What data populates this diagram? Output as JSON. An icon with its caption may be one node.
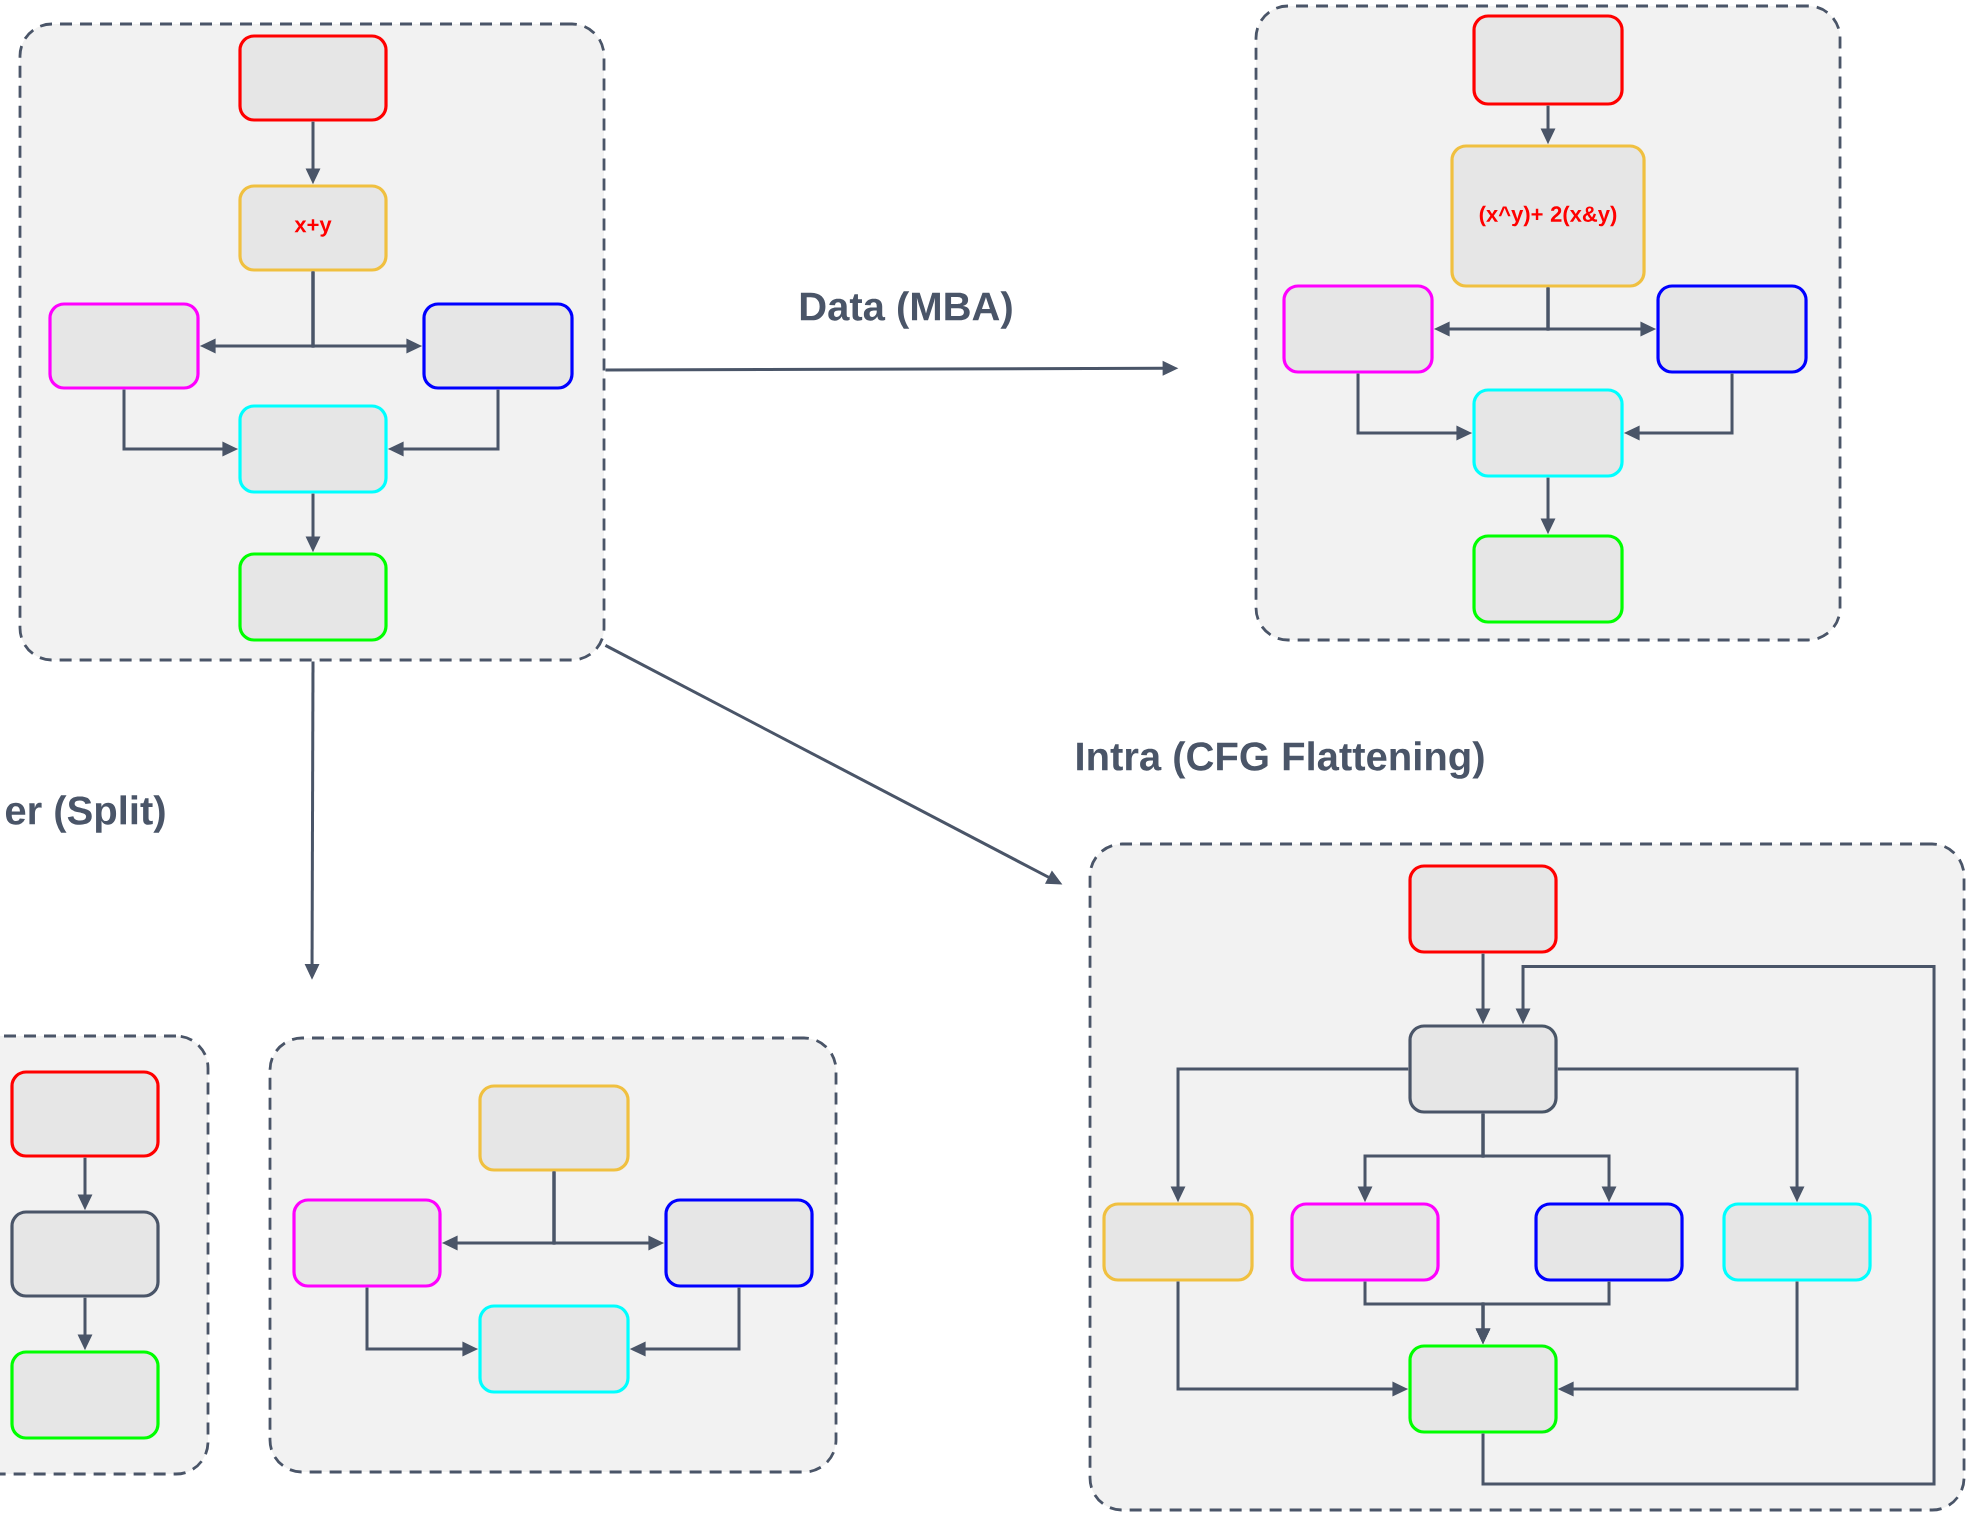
{
  "diagram": {
    "nodes": [
      {
        "text": [],
        "shape": "box"
      },
      {
        "text": [],
        "shape": "box",
        "in": 0
      },
      {
        "text": [
          "x+y"
        ],
        "in": 0
      },
      {
        "text": [],
        "shape": "box",
        "in": 0
      },
      {
        "text": [],
        "shape": "box",
        "in": 0
      },
      {
        "text": [],
        "shape": "box",
        "in": 0
      },
      {
        "text": [],
        "shape": "box",
        "in": 0
      },
      {
        "text": [],
        "shape": "box"
      },
      {
        "text": [],
        "shape": "box",
        "in": 7
      },
      {
        "text": [
          "(x^y)+ 2(x&y)"
        ],
        "in": 7
      },
      {
        "text": [],
        "shape": "box",
        "in": 7
      },
      {
        "text": [],
        "shape": "box",
        "in": 7
      },
      {
        "text": [],
        "shape": "box",
        "in": 7
      },
      {
        "text": [],
        "shape": "box",
        "in": 7
      },
      {
        "text": [],
        "shape": "box"
      },
      {
        "text": [],
        "shape": "box",
        "in": 14
      },
      {
        "text": [],
        "shape": "box",
        "in": 14
      },
      {
        "text": [],
        "shape": "box",
        "in": 14
      },
      {
        "text": [],
        "shape": "box",
        "in": 14
      },
      {
        "text": [],
        "shape": "box",
        "in": 14
      },
      {
        "text": [],
        "shape": "box",
        "in": 14
      },
      {
        "text": [],
        "shape": "box",
        "in": 14
      },
      {
        "text": [],
        "shape": "box"
      },
      {
        "text": [],
        "shape": "box",
        "in": 22
      },
      {
        "text": [],
        "shape": "box",
        "in": 22
      },
      {
        "text": [],
        "shape": "box",
        "in": 22
      },
      {
        "text": [],
        "shape": "box"
      },
      {
        "text": [],
        "shape": "box",
        "in": 26
      },
      {
        "text": [],
        "shape": "box",
        "in": 26
      },
      {
        "text": [],
        "shape": "box",
        "in": 26
      },
      {
        "text": [],
        "shape": "box",
        "in": 26
      }
    ],
    "edges": [
      {
        "from": 1,
        "to": 2,
        "arrow": "to"
      },
      {
        "from": 2,
        "to": 3,
        "arrow": "to"
      },
      {
        "from": 2,
        "to": 4,
        "arrow": "to"
      },
      {
        "from": 3,
        "to": 5,
        "arrow": "to"
      },
      {
        "from": 4,
        "to": 5,
        "arrow": "to"
      },
      {
        "from": 5,
        "to": 6,
        "arrow": "to"
      },
      {
        "from": 8,
        "to": 9,
        "arrow": "to"
      },
      {
        "from": 9,
        "to": 10,
        "arrow": "to"
      },
      {
        "from": 9,
        "to": 11,
        "arrow": "to"
      },
      {
        "from": 10,
        "to": 12,
        "arrow": "to"
      },
      {
        "from": 11,
        "to": 12,
        "arrow": "to"
      },
      {
        "from": 12,
        "to": 13,
        "arrow": "to"
      },
      {
        "from": 15,
        "to": 16,
        "arrow": "to"
      },
      {
        "from": 16,
        "to": 17,
        "arrow": "to"
      },
      {
        "from": 16,
        "to": 18,
        "arrow": "to"
      },
      {
        "from": 16,
        "to": 19,
        "arrow": "to"
      },
      {
        "from": 16,
        "to": 20,
        "arrow": "to"
      },
      {
        "from": 17,
        "to": 21,
        "arrow": "to"
      },
      {
        "from": 18,
        "to": 21,
        "arrow": "to"
      },
      {
        "from": 19,
        "to": 21,
        "arrow": "to"
      },
      {
        "from": 20,
        "to": 21,
        "arrow": "to"
      },
      {
        "from": 21,
        "to": 16,
        "arrow": "to"
      },
      {
        "from": 23,
        "to": 24,
        "arrow": "to"
      },
      {
        "from": 24,
        "to": 25,
        "arrow": "to"
      },
      {
        "from": 27,
        "to": 28,
        "arrow": "to"
      },
      {
        "from": 27,
        "to": 29,
        "arrow": "to"
      },
      {
        "from": 28,
        "to": 30,
        "arrow": "to"
      },
      {
        "from": 29,
        "to": 30,
        "arrow": "to"
      },
      {
        "from": 0,
        "to": 7,
        "arrow": "to",
        "label": "Data (MBA)"
      },
      {
        "from": 0,
        "to": 14,
        "arrow": "to",
        "label": "Intra (CFG Flattening)"
      },
      {
        "from": 0,
        "to": null,
        "arrow": "to",
        "label": "er (Split)"
      }
    ]
  }
}
